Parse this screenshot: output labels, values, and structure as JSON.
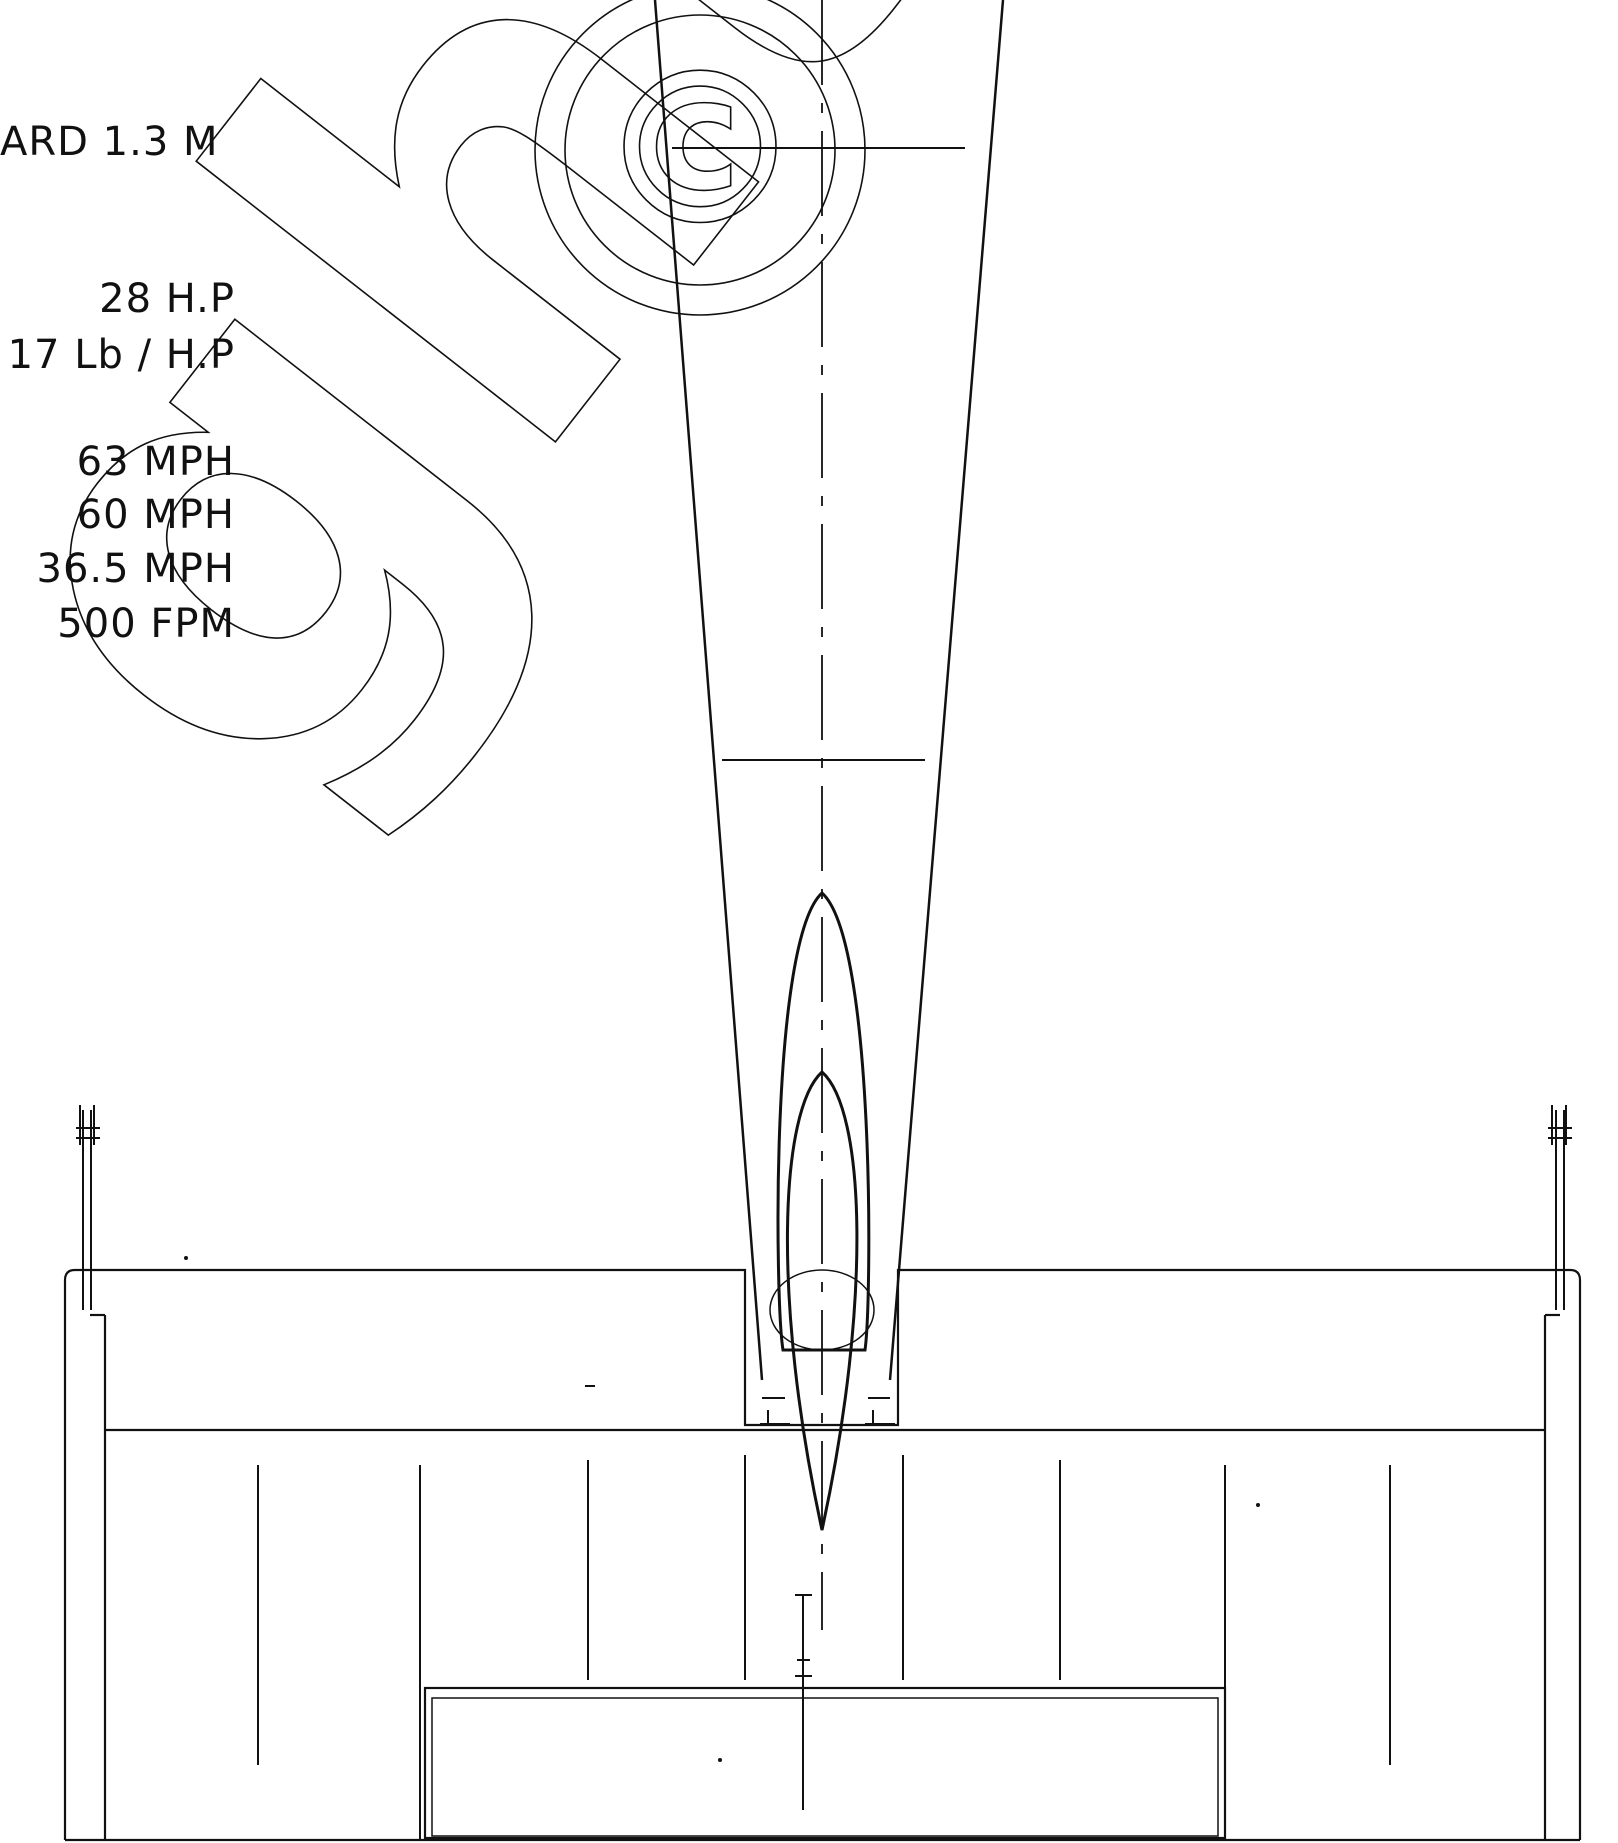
{
  "specs": {
    "chord": "ARD  1.3 M",
    "horsepower": "28 H.P",
    "power_loading": "17 Lb / H.P",
    "speed_1": "63 MPH",
    "speed_2": "60 MPH",
    "speed_3": "36.5 MPH",
    "climb": "500 FPM"
  },
  "watermark": {
    "symbol": "©",
    "text": "ght"
  },
  "colors": {
    "ink": "#111111",
    "background": "#ffffff"
  }
}
